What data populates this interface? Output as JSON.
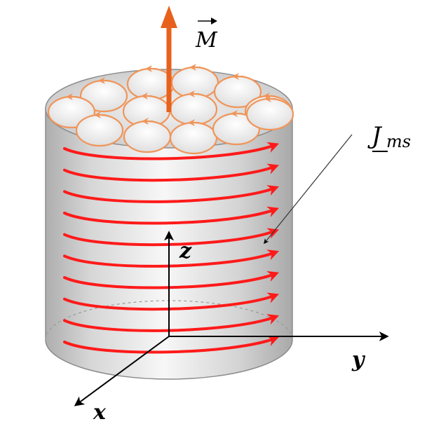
{
  "figure": {
    "labels": {
      "magnetization": "M",
      "current": "J",
      "current_subscript": "ms",
      "axis_z": "z",
      "axis_x": "x",
      "axis_y": "y"
    },
    "colors": {
      "magnetization_arrow": "#e8611c",
      "surface_current": "#ff1a1a",
      "loop_current": "#f0955a",
      "axes": "#000000",
      "cylinder_edge": "#8c8c8c"
    },
    "counts": {
      "surface_current_bands": 10,
      "top_current_loops": 13
    }
  }
}
